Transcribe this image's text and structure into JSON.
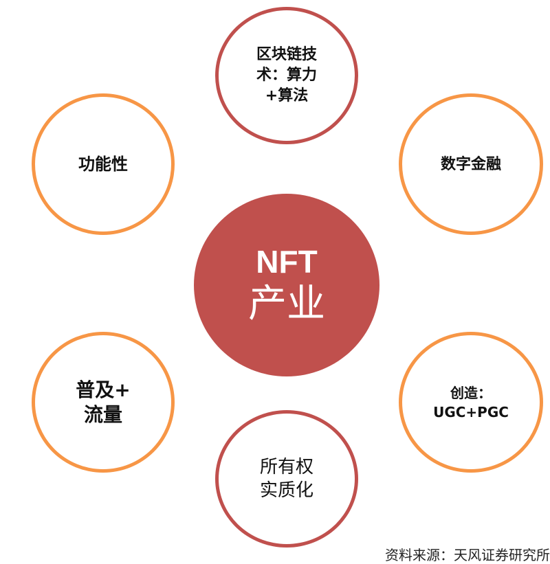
{
  "diagram": {
    "type": "hub-and-spoke",
    "center": {
      "line1": "NFT",
      "line2": "产业",
      "color": "#c0504d"
    },
    "nodes": [
      {
        "id": "top",
        "lines": [
          "区块链技",
          "术：算力",
          "+算法"
        ],
        "border_color": "#c0504d"
      },
      {
        "id": "right-top",
        "lines": [
          "数字金融"
        ],
        "border_color": "#f79646"
      },
      {
        "id": "right-bottom",
        "lines": [
          "创造：",
          "UGC+PGC"
        ],
        "border_color": "#f79646"
      },
      {
        "id": "bottom",
        "lines": [
          "所有权",
          "实质化"
        ],
        "border_color": "#c0504d"
      },
      {
        "id": "left-bottom",
        "lines": [
          "普及+",
          "流量"
        ],
        "border_color": "#f79646"
      },
      {
        "id": "left-top",
        "lines": [
          "功能性"
        ],
        "border_color": "#f79646"
      }
    ]
  },
  "source": "资料来源：天风证券研究所"
}
